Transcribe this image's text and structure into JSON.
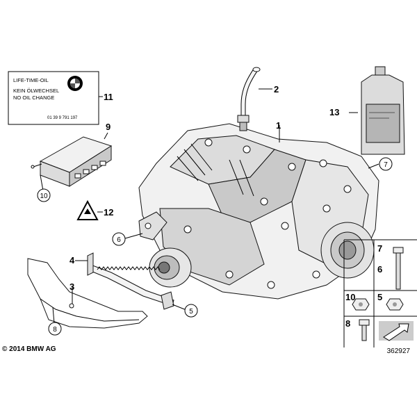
{
  "label_card": {
    "line1": "LIFE-TIME-OIL",
    "line2": "KEIN ÖLWECHSEL",
    "line3": "NO OIL CHANGE",
    "part_number": "01 39 9 791 197",
    "logo": "bmw-roundel-logo"
  },
  "callouts": {
    "c1": "1",
    "c2": "2",
    "c3": "3",
    "c4": "4",
    "c5": "5",
    "c6": "6",
    "c7": "7",
    "c8": "8",
    "c9": "9",
    "c10": "10",
    "c11": "11",
    "c12": "12",
    "c13": "13"
  },
  "grid_labels": {
    "g7": "7",
    "g6": "6",
    "g10": "10",
    "g5": "5",
    "g8": "8"
  },
  "footer": {
    "copyright": "© 2014 BMW AG",
    "diagram_id": "362927"
  },
  "colors": {
    "part_fill": "#f1f1f1",
    "part_shade": "#c9c9c9",
    "bottle_fill": "#dcdcdc",
    "line": "#000000"
  }
}
